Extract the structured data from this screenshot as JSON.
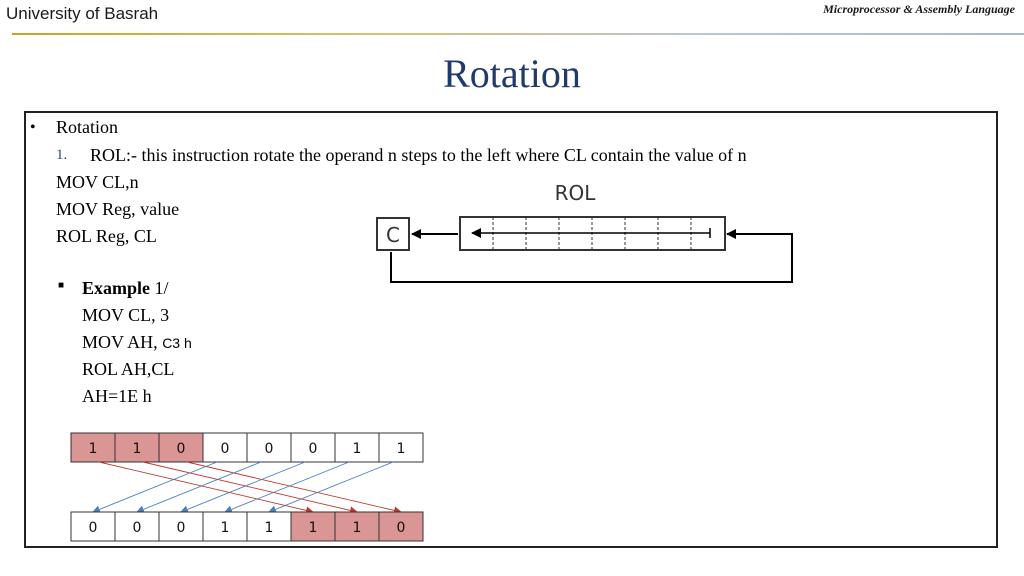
{
  "header": {
    "university": "University of Basrah",
    "course": "Microprocessor & Assembly Language"
  },
  "slide": {
    "title": "Rotation",
    "bullet": "Rotation",
    "item_number": "1.",
    "item_text": "ROL:- this instruction rotate the operand n steps to the left where CL contain the value of n",
    "code_lines": [
      "MOV CL,n",
      "MOV Reg, value",
      "ROL Reg, CL"
    ],
    "example": {
      "label": "Example",
      "suffix": "1/",
      "line1": "MOV CL, 3",
      "line2_prefix": "MOV AH, ",
      "line2_value": "C3 h",
      "line3": "ROL AH,CL",
      "result": "AH=1E h"
    }
  },
  "diagram": {
    "title": "ROL",
    "carry_label": "C"
  },
  "bits": {
    "before": [
      "1",
      "1",
      "0",
      "0",
      "0",
      "0",
      "1",
      "1"
    ],
    "after": [
      "0",
      "0",
      "0",
      "1",
      "1",
      "1",
      "1",
      "0"
    ],
    "highlight_color": "#d99694",
    "arrow_red": "#c0392b",
    "arrow_blue": "#4a7fc1"
  }
}
